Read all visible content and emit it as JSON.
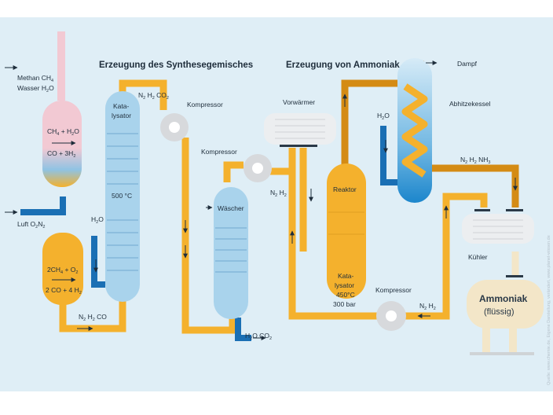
{
  "headings": {
    "synthesis": "Erzeugung des Synthesegemisches",
    "ammonia": "Erzeugung von Ammoniak"
  },
  "labels": {
    "methane": "Methan CH4",
    "water": "Wasser H2O",
    "air": "Luft O2N2",
    "reformer_top_1": "CH4 + H2O",
    "reformer_top_2": "CO + 3H2",
    "reformer_bottom_1": "2CH4 + O2",
    "reformer_bottom_2": "2 CO + 4 H2",
    "catalyst": "Kata-lysator",
    "temp_500": "500 °C",
    "gas_n2h2co2": "N2 H2 CO2",
    "water_catalyst": "H2O",
    "gas_n2h2co": "N2 H2 CO",
    "compressor_1": "Kompressor",
    "compressor_2": "Kompressor",
    "compressor_3": "Kompressor",
    "scrubber": "Wäscher",
    "gas_n2h2_scrubber": "N2 H2",
    "scrubber_out": "H2O CO2",
    "preheater": "Vorwärmer",
    "reactor": "Reaktor",
    "reactor_catalyst": "Kata-lysator",
    "reactor_temp": "450°C",
    "reactor_pressure": "300 bar",
    "steam": "Dampf",
    "boiler": "Abhitzekessel",
    "water_boiler": "H2O",
    "gas_n2h2nh3": "N2 H2 NH3",
    "cooler": "Kühler",
    "ammonia": "Ammoniak",
    "liquid": "(flüssig)",
    "gas_n2h2_return": "N2 H2"
  },
  "credit": "Quelle: www.chemie.de, Eigene Darstellung, verändert, www.planet-wissen.de",
  "colors": {
    "background": "#dfeef6",
    "pipe_orange": "#f4b12d",
    "pipe_dark": "#d48b14",
    "pipe_blue": "#1a6fb4",
    "reformer_pink": "#f2c9d3",
    "reformer_orange": "#f4b12d",
    "catalyst_blue": "#a9d3ec",
    "equipment_grey": "#e4e6e8",
    "cooler_beige": "#f3e6c8"
  }
}
